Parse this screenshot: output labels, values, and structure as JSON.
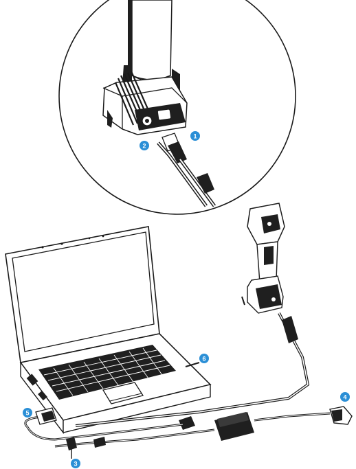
{
  "callouts": [
    {
      "id": "1",
      "text": "1"
    },
    {
      "id": "2",
      "text": "2"
    },
    {
      "id": "3",
      "text": "3"
    },
    {
      "id": "4",
      "text": "4"
    },
    {
      "id": "5",
      "text": "5"
    },
    {
      "id": "6",
      "text": "6"
    }
  ],
  "colors": {
    "callout": "#2b8fd6",
    "line": "#1a1a1a",
    "fill_light": "#ffffff",
    "fill_dark": "#1f1f1f"
  },
  "icons": {
    "scanner": "handheld-scanner-icon",
    "laptop": "laptop-icon",
    "adapter": "power-adapter-icon",
    "plug": "power-plug-icon",
    "usb": "usb-connector-icon"
  }
}
